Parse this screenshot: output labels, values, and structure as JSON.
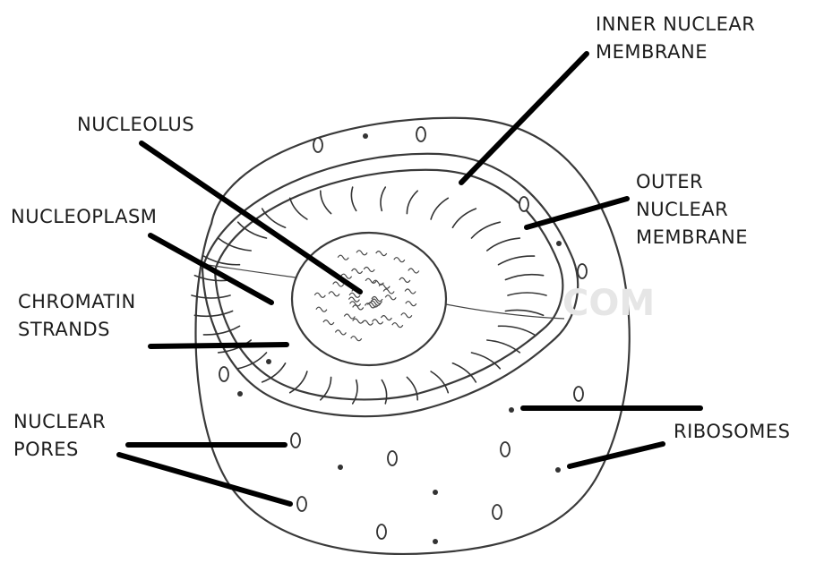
{
  "labels": {
    "inner_nuclear_membrane": [
      "INNER NUCLEAR",
      "MEMBRANE"
    ],
    "nucleolus": [
      "NUCLEOLUS"
    ],
    "outer_nuclear_membrane": [
      "OUTER",
      "NUCLEAR",
      "MEMBRANE"
    ],
    "nucleoplasm": [
      "NUCLEOPLASM"
    ],
    "chromatin_strands": [
      "CHROMATIN",
      "STRANDS"
    ],
    "nuclear_pores": [
      "NUCLEAR",
      "PORES"
    ],
    "ribosomes": [
      "RIBOSOMES"
    ]
  },
  "watermark": "COM"
}
